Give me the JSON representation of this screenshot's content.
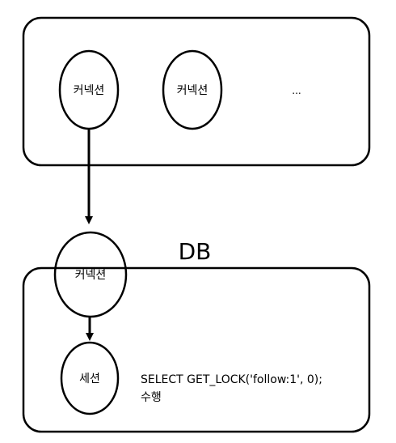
{
  "pool": {
    "connections": [
      "커넥션",
      "커넥션"
    ],
    "ellipsis": "..."
  },
  "db": {
    "title": "DB",
    "connection": "커넥션",
    "session": "세션",
    "query_line1": "SELECT GET_LOCK('follow:1', 0);",
    "query_line2": "수행"
  },
  "colors": {
    "stroke": "#000000",
    "background": "#ffffff"
  }
}
